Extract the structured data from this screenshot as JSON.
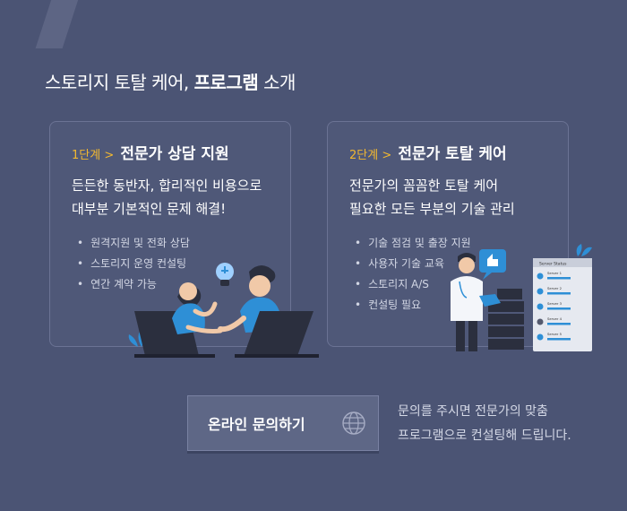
{
  "headline": {
    "prefix": "스토리지 토탈 케어,",
    "bold": "프로그램",
    "suffix": "소개"
  },
  "cards": [
    {
      "step": "1단계 >",
      "title": "전문가 상담 지원",
      "desc": [
        "든든한 동반자, 합리적인 비용으로",
        "대부분 기본적인 문제 해결!"
      ],
      "bullets": [
        "원격지원 및 전화 상담",
        "스토리지 운영 컨설팅",
        "연간 계약 가능"
      ]
    },
    {
      "step": "2단계 >",
      "title": "전문가 토탈 케어",
      "desc": [
        "전문가의 꼼꼼한 토탈 케어",
        "필요한 모든 부분의 기술 관리"
      ],
      "bullets": [
        "기술 점검 및 출장 지원",
        "사용자 기술 교육",
        "스토리지 A/S",
        "컨설팅 필요"
      ]
    }
  ],
  "cta": {
    "label": "온라인 문의하기",
    "icon": "globe-icon"
  },
  "cta_note": [
    "문의를 주시면 전문가의 맞춤",
    "프로그램으로 컨설팅해 드립니다."
  ],
  "server_panel": {
    "title": "Server Status",
    "rows": [
      "Server 1",
      "Server 2",
      "Server 3",
      "Server 4",
      "Server 5"
    ]
  },
  "colors": {
    "background": "#4b5474",
    "accent": "#f2b830",
    "figure_blue": "#2e8fd6"
  }
}
